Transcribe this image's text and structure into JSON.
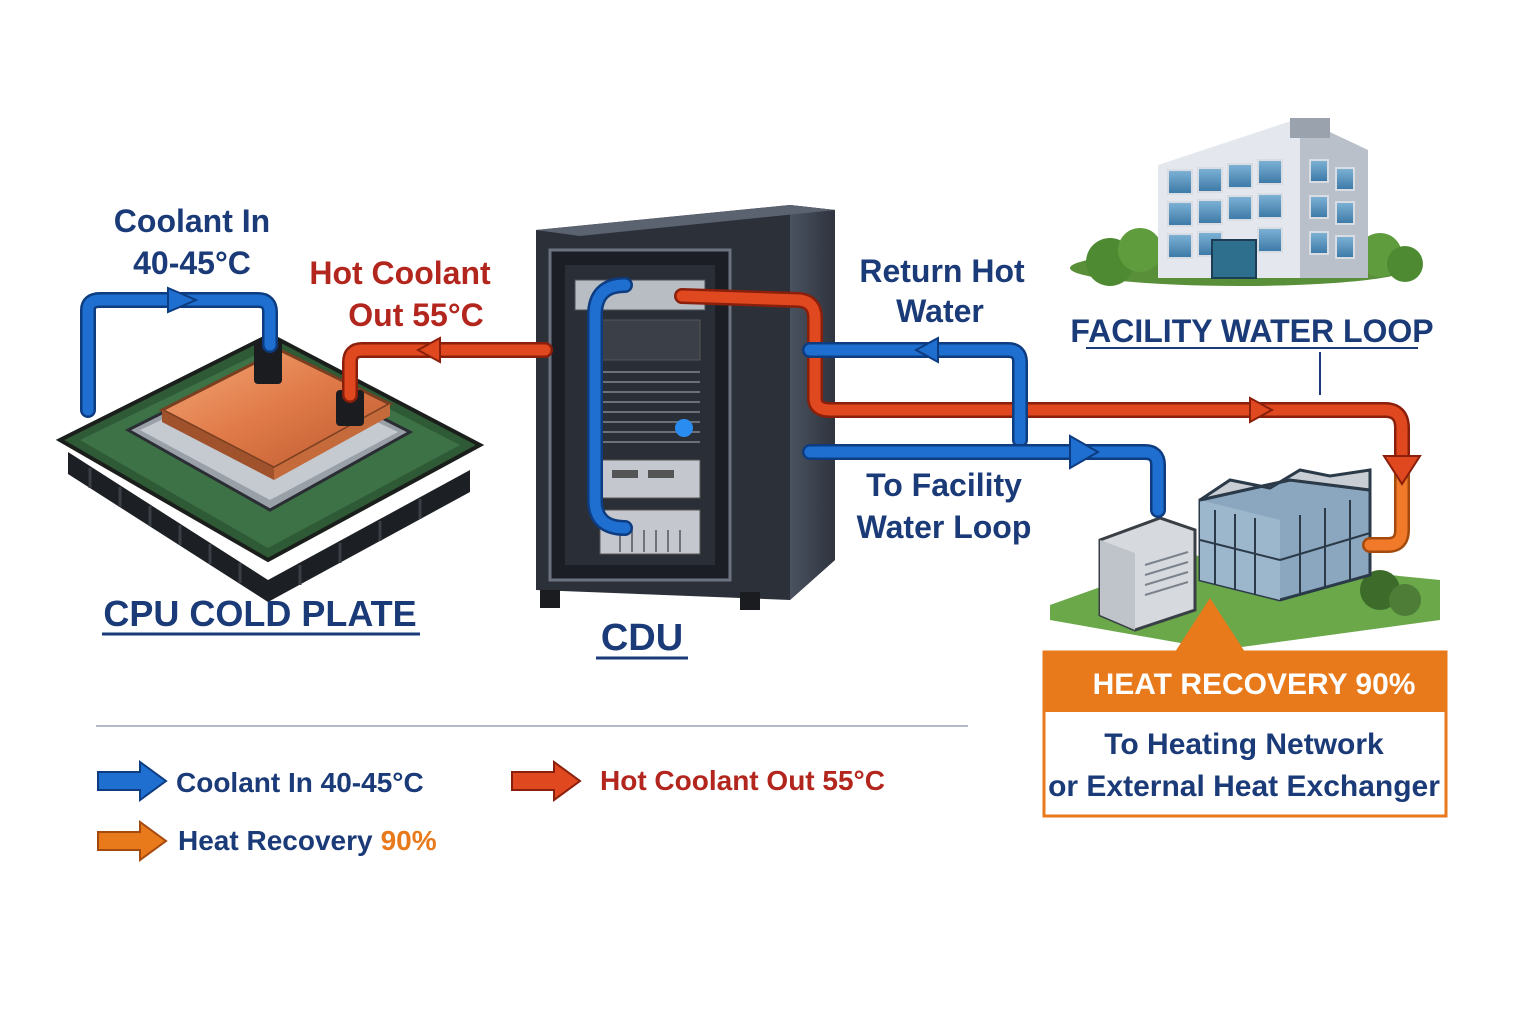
{
  "labels": {
    "coolant_in_line1": "Coolant In",
    "coolant_in_line2": "40-45°C",
    "hot_out_line1": "Hot Coolant",
    "hot_out_line2": "Out 55°C",
    "return_line1": "Return Hot",
    "return_line2": "Water",
    "facility_loop_title": "FACILITY WATER LOOP",
    "to_facility_line1": "To Facility",
    "to_facility_line2": "Water Loop",
    "cpu_title": "CPU COLD PLATE",
    "cdu_title": "CDU"
  },
  "heat_box": {
    "title": "HEAT RECOVERY 90%",
    "line1": "To Heating Network",
    "line2": "or External Heat Exchanger"
  },
  "legend": {
    "coolant_in": "Coolant In 40-45°C",
    "hot_out": "Hot Coolant Out 55°C",
    "heat_recovery_text": "Heat Recovery",
    "heat_recovery_value": "90%"
  },
  "colors": {
    "blue_pipe": "#1f6fd1",
    "red_pipe": "#e0481f",
    "orange": "#e87a1c",
    "navy_text": "#1a3a78",
    "red_text": "#b3261e"
  }
}
